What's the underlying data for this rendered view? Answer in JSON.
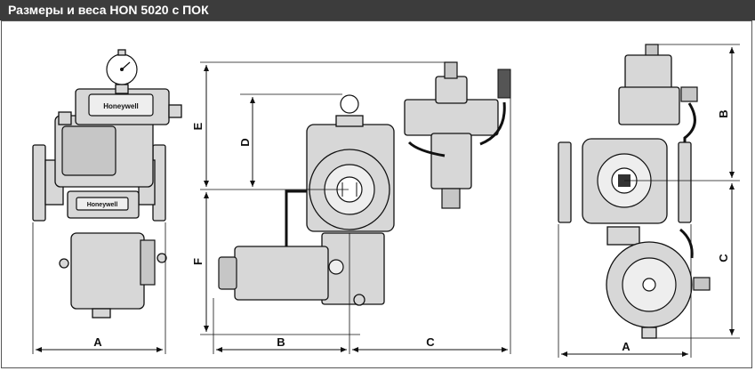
{
  "header": {
    "title": "Размеры и веса HON 5020 с ПОК"
  },
  "colors": {
    "header_bg": "#3c3c3c",
    "header_text": "#ffffff",
    "drawing_fill": "#d7d7d7"
  },
  "views": {
    "left": {
      "dimension_a": "A",
      "logo_top": "Honeywell",
      "logo_bottom": "Honeywell"
    },
    "middle": {
      "dimension_e": "E",
      "dimension_d": "D",
      "dimension_f": "F",
      "dimension_b": "B",
      "dimension_c": "C"
    },
    "right": {
      "dimension_b": "B",
      "dimension_c": "C",
      "dimension_a": "A"
    }
  }
}
